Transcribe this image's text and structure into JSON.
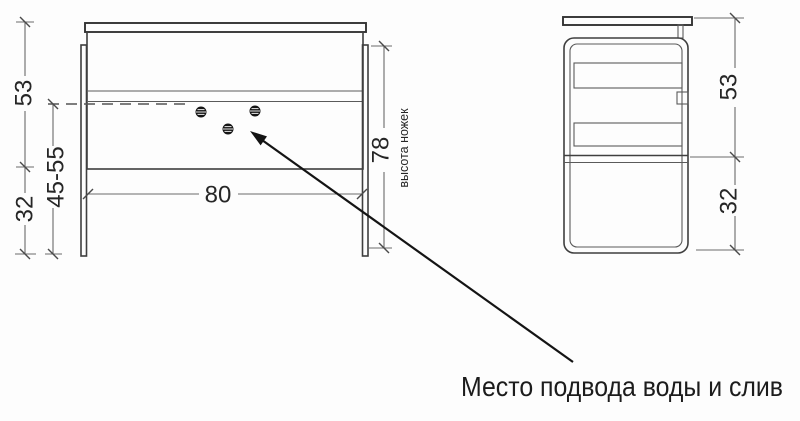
{
  "drawing": {
    "front_view": {
      "dim_top_section": "53",
      "dim_supply_height": "45-55",
      "dim_leg_section": "32",
      "dim_width": "80",
      "dim_total_height": "78",
      "dim_total_height_note": "высота ножек"
    },
    "side_view": {
      "dim_body_height": "53",
      "dim_leg_height": "32"
    },
    "annotation": {
      "label": "Место подвода воды и слив"
    },
    "colors": {
      "line": "#3f3f3f",
      "text": "#1c1c1c"
    }
  }
}
